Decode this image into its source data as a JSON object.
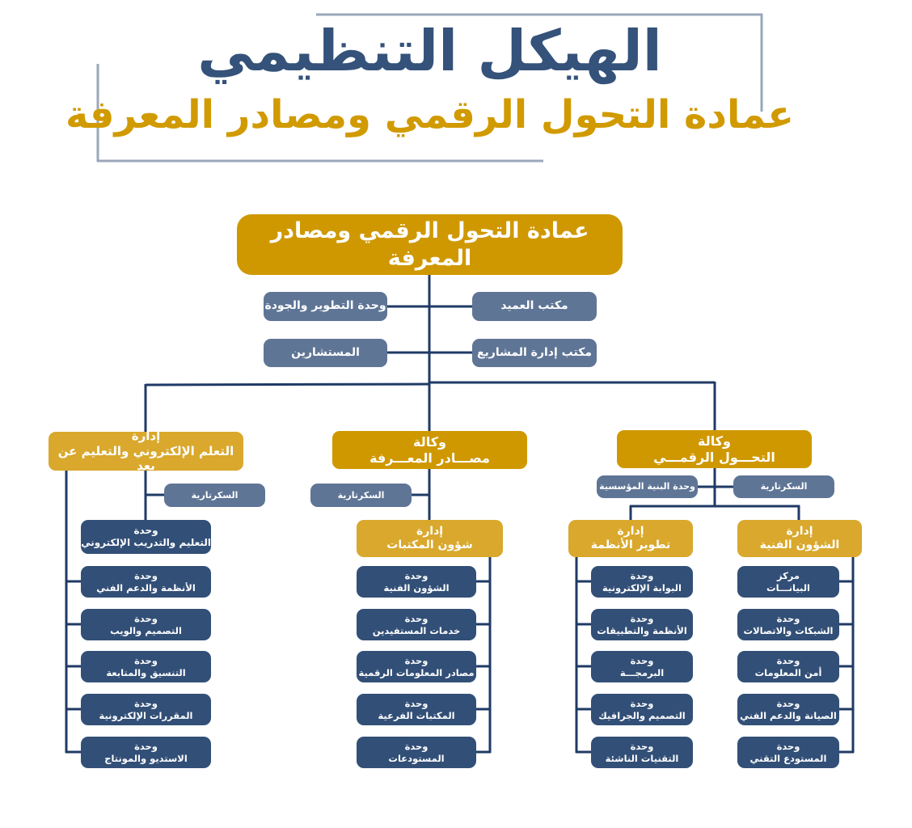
{
  "header": {
    "title": "الهيكل التنظيمي",
    "subtitle": "عمادة التحول الرقمي ومصادر المعرفة"
  },
  "colors": {
    "gold": "#CF9800",
    "light_gold": "#D9A82C",
    "slate": "#5F7596",
    "navy": "#324F77",
    "line": "#1F3A66",
    "title": "#34527A",
    "frame": "#9AA7BA"
  },
  "root": "عمادة التحول الرقمي ومصادر المعرفة",
  "offices": {
    "dean_office": "مكتب العميد",
    "development_quality": "وحدة التطوير والجودة",
    "projects_office": "مكتب إدارة المشاريع",
    "advisors": "المستشارين"
  },
  "branches": {
    "digital": {
      "line1": "وكالة",
      "line2": "التحـــول الرقمـــي",
      "secretariat": "السكرتارية",
      "infrastructure": "وحدة البنية المؤسسية",
      "departments": [
        {
          "line1": "إدارة",
          "line2": "الشؤون الفنية",
          "units": [
            {
              "line1": "مركز",
              "line2": "البيانـــات"
            },
            {
              "line1": "وحدة",
              "line2": "الشبكات والاتصالات"
            },
            {
              "line1": "وحدة",
              "line2": "أمن المعلومات"
            },
            {
              "line1": "وحدة",
              "line2": "الصيانة والدعم الفني"
            },
            {
              "line1": "وحدة",
              "line2": "المستودع التقني"
            }
          ]
        },
        {
          "line1": "إدارة",
          "line2": "تطوير الأنظمة",
          "units": [
            {
              "line1": "وحدة",
              "line2": "البوابة الإلكترونية"
            },
            {
              "line1": "وحدة",
              "line2": "الأنظمة والتطبيقات"
            },
            {
              "line1": "وحدة",
              "line2": "البرمجـــة"
            },
            {
              "line1": "وحدة",
              "line2": "التصميم والجرافيك"
            },
            {
              "line1": "وحدة",
              "line2": "التقنيات الناشئة"
            }
          ]
        }
      ]
    },
    "knowledge": {
      "line1": "وكالة",
      "line2": "مصـــادر المعـــرفة",
      "secretariat": "السكرتارية",
      "department": {
        "line1": "إدارة",
        "line2": "شؤون المكتبات",
        "units": [
          {
            "line1": "وحدة",
            "line2": "الشؤون الفنية"
          },
          {
            "line1": "وحدة",
            "line2": "خدمات المستفيدين"
          },
          {
            "line1": "وحدة",
            "line2": "مصادر المعلومات الرقمية"
          },
          {
            "line1": "وحدة",
            "line2": "المكتبات الفرعية"
          },
          {
            "line1": "وحدة",
            "line2": "المستودعات"
          }
        ]
      }
    },
    "elearning": {
      "line1": "إدارة",
      "line2": "التعلم الإلكتروني والتعليم عن بعد",
      "secretariat": "السكرتارية",
      "training_unit": {
        "line1": "وحدة",
        "line2": "التعليم والتدريب الإلكتروني"
      },
      "units": [
        {
          "line1": "وحدة",
          "line2": "الأنظمة والدعم الفني"
        },
        {
          "line1": "وحدة",
          "line2": "التصميم والويب"
        },
        {
          "line1": "وحدة",
          "line2": "التنسيق والمتابعة"
        },
        {
          "line1": "وحدة",
          "line2": "المقررات الإلكترونية"
        },
        {
          "line1": "وحدة",
          "line2": "الاستديو والمونتاج"
        }
      ]
    }
  }
}
